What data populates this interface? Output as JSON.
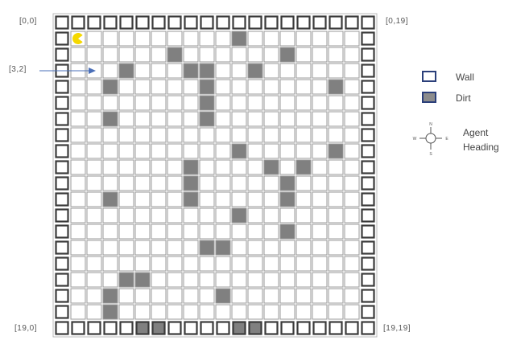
{
  "grid": {
    "rows": 20,
    "cols": 20,
    "agent": {
      "row": 1,
      "col": 1,
      "color": "#f5d800"
    },
    "dirt": [
      [
        1,
        11
      ],
      [
        2,
        7
      ],
      [
        2,
        14
      ],
      [
        3,
        4
      ],
      [
        3,
        8
      ],
      [
        3,
        9
      ],
      [
        3,
        12
      ],
      [
        4,
        3
      ],
      [
        4,
        9
      ],
      [
        4,
        17
      ],
      [
        5,
        9
      ],
      [
        6,
        3
      ],
      [
        6,
        9
      ],
      [
        8,
        11
      ],
      [
        8,
        17
      ],
      [
        9,
        8
      ],
      [
        9,
        13
      ],
      [
        9,
        15
      ],
      [
        10,
        8
      ],
      [
        10,
        14
      ],
      [
        11,
        3
      ],
      [
        11,
        8
      ],
      [
        11,
        14
      ],
      [
        12,
        11
      ],
      [
        13,
        14
      ],
      [
        14,
        9
      ],
      [
        14,
        10
      ],
      [
        16,
        4
      ],
      [
        16,
        5
      ],
      [
        17,
        3
      ],
      [
        17,
        10
      ],
      [
        18,
        3
      ],
      [
        19,
        5
      ],
      [
        19,
        6
      ],
      [
        19,
        11
      ],
      [
        19,
        12
      ]
    ],
    "colors": {
      "wall_border": "#3a3a3a",
      "cell_border": "#9a9a9a",
      "dirt_fill": "#808080",
      "open_fill": "#ffffff"
    }
  },
  "labels": {
    "top_left": "[0,0]",
    "top_right": "[0,19]",
    "bottom_left": "[19,0]",
    "bottom_right": "[19,19]",
    "pointer": "[3,2]"
  },
  "legend": {
    "wall_label": "Wall",
    "dirt_label": "Dirt",
    "heading_label_line1": "Agent",
    "heading_label_line2": "Heading",
    "compass": {
      "n": "N",
      "s": "S",
      "e": "E",
      "w": "W"
    },
    "wall_color": "#2b3f7a",
    "dirt_color": "#8c8c8c"
  }
}
